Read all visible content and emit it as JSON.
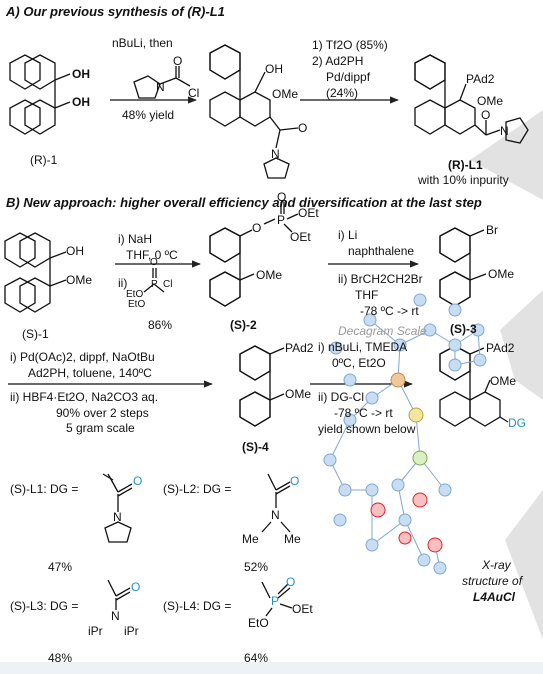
{
  "section_a": {
    "header": "A) Our previous synthesis of (R)-L1",
    "sm_label": "(R)-1",
    "step1": {
      "line1": "nBuLi, then",
      "yield": "48% yield"
    },
    "step2": {
      "line1": "1) Tf2O (85%)",
      "line2": "2) Ad2PH",
      "line3": "Pd/dippf",
      "line4": "(24%)"
    },
    "product_label": "(R)-L1",
    "impurity_note": "with 10% inpurity"
  },
  "section_b": {
    "header": "B) New approach: higher overall efficiency and diversification at the last step",
    "sm_label": "(S)-1",
    "step1": {
      "line1": "i) NaH",
      "line2": "THF, 0 ºC",
      "line3": "ii)",
      "yield": "86%"
    },
    "int2_label": "(S)-2",
    "step2": {
      "line1": "i) Li",
      "line2": "naphthalene",
      "line3": "ii) BrCH2CH2Br",
      "line4": "THF",
      "line5": "-78 ºC -> rt"
    },
    "scale_note": "Decagram Scale",
    "int3_label": "(S)-3",
    "step3": {
      "line1": "i) Pd(OAc)2, dippf, NaOtBu",
      "line2": "Ad2PH, toluene, 140ºC",
      "line3": "ii) HBF4·Et2O, Na2CO3 aq.",
      "line4": "90% over 2 steps",
      "line5": "5 gram scale"
    },
    "int4_label": "(S)-4",
    "step4": {
      "line1": "i) nBuLi, TMEDA",
      "line2": "0ºC, Et2O",
      "line3": "ii) DG-Cl",
      "line4": "-78 ºC -> rt",
      "line5": "yield shown below"
    },
    "final_dg": "DG"
  },
  "atoms": {
    "oh": "OH",
    "ome": "OMe",
    "pad2": "PAd2",
    "br": "Br",
    "o": "O",
    "n": "N",
    "p": "P",
    "cl": "Cl",
    "oet": "OEt",
    "eto": "EtO",
    "me": "Me",
    "ipr": "iPr"
  },
  "ligands": [
    {
      "label": "(S)-L1: DG =",
      "yield": "47%"
    },
    {
      "label": "(S)-L2: DG =",
      "yield": "52%"
    },
    {
      "label": "(S)-L3: DG =",
      "yield": "48%"
    },
    {
      "label": "(S)-L4: DG =",
      "yield": "64%"
    }
  ],
  "xray": {
    "caption_line1": "X-ray",
    "caption_line2": "structure of",
    "caption_line3": "L4AuCl"
  },
  "colors": {
    "accent_blue": "#2a8fc6",
    "oxygen_red": "#e0202a",
    "xray_blue": "#8fb8e0",
    "grey_banner": "#dcdcdc"
  }
}
